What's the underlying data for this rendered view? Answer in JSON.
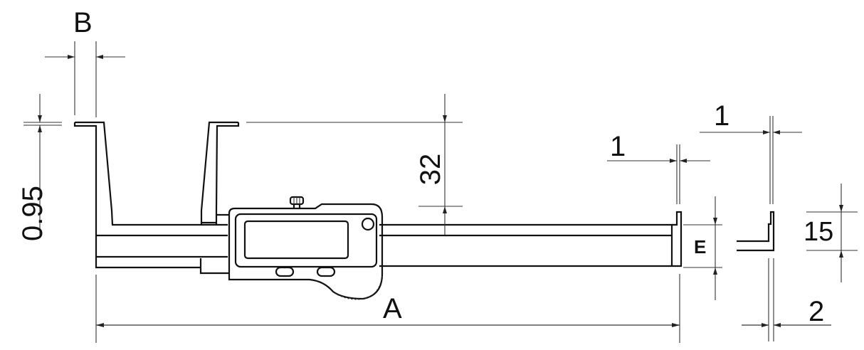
{
  "diagram": {
    "type": "technical-drawing",
    "subject": "digital caliper with outside grooving jaws",
    "colors": {
      "line": "#111111",
      "dimension": "#555555",
      "background": "#ffffff"
    },
    "dimensions": {
      "B": {
        "label": "B",
        "description": "jaw tip width"
      },
      "tip_thickness": {
        "label": "0.95",
        "description": "jaw tip thickness"
      },
      "jaw_depth": {
        "label": "32",
        "description": "jaw depth"
      },
      "A": {
        "label": "A",
        "description": "overall measuring range"
      },
      "E": {
        "label": "E",
        "description": "beam height"
      },
      "depth_rod_top": {
        "label": "1",
        "description": "depth blade width"
      },
      "detail_top": {
        "label": "1",
        "description": "detail blade thickness"
      },
      "detail_height": {
        "label": "15",
        "description": "detail step height"
      },
      "detail_bottom": {
        "label": "2",
        "description": "detail base thickness"
      }
    }
  }
}
